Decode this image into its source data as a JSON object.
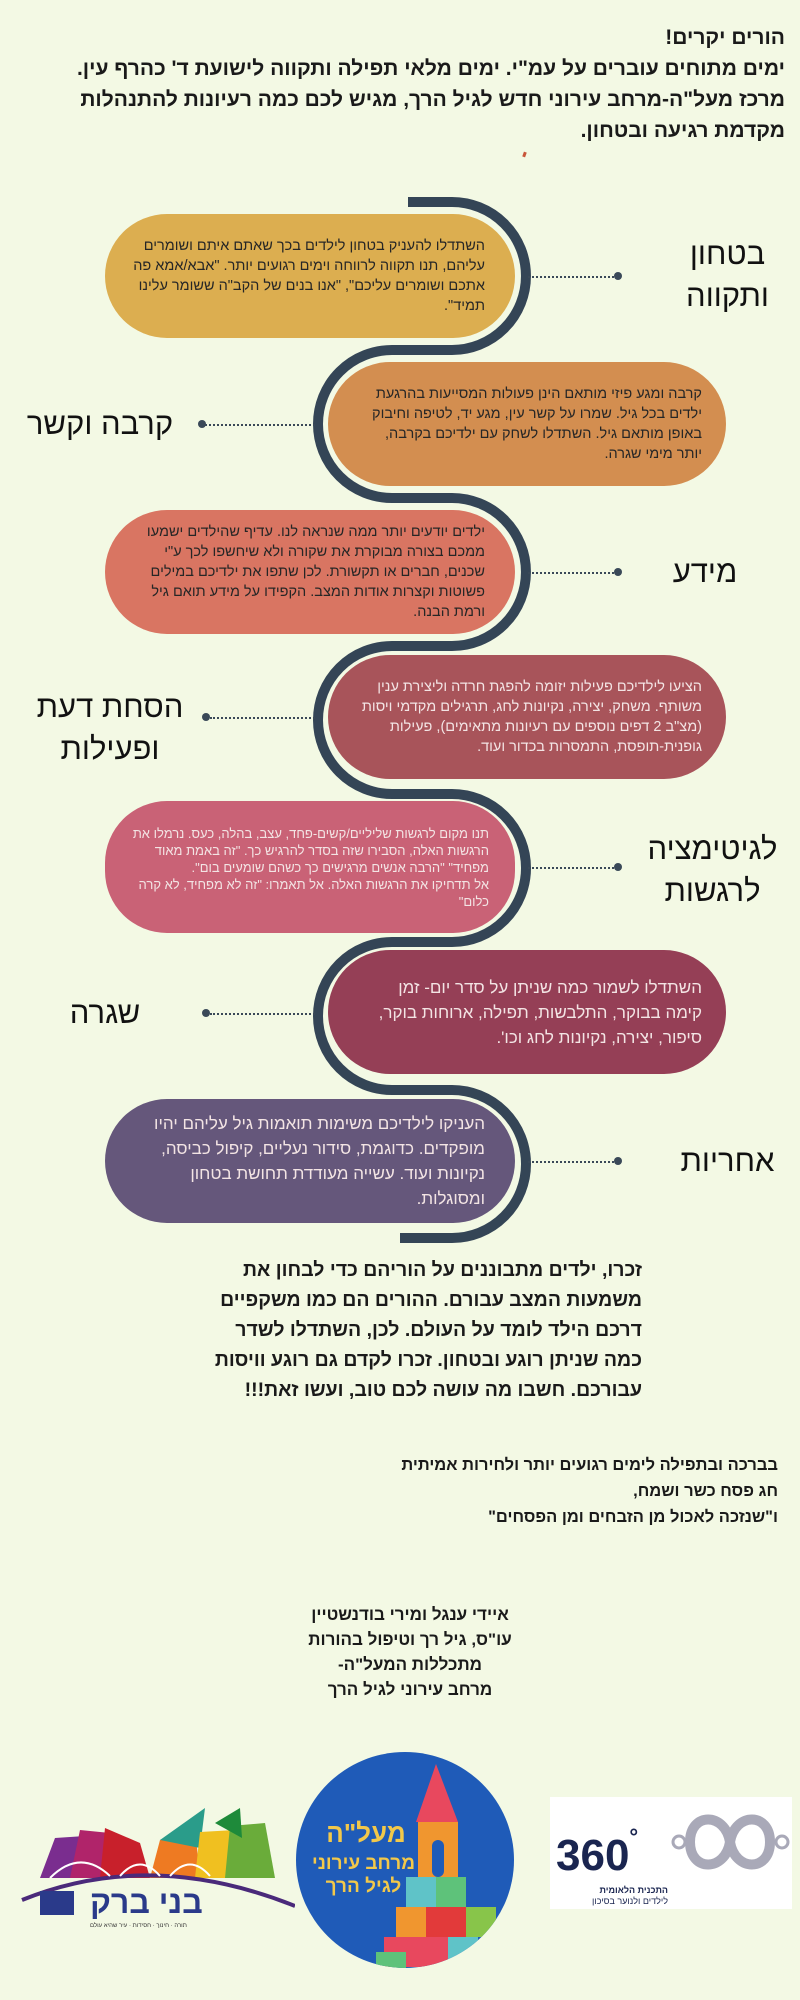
{
  "intro": {
    "greeting": "הורים יקרים!",
    "line1": "ימים מתוחים עוברים על עמ\"י. ימים מלאי תפילה ותקווה לישועת ד' כהרף עין.",
    "line2": "מרכז מעל\"ה-מרחב עירוני חדש לגיל הרך, מגיש לכם כמה רעיונות להתנהלות",
    "line3": "מקדמת רגיעה ובטחון."
  },
  "topics": [
    {
      "title_line1": "בטחון",
      "title_line2": "ותקווה",
      "color": "#dcae50",
      "text": "השתדלו להעניק בטחון לילדים בכך שאתם איתם ושומרים עליהם, תנו תקווה לרווחה וימים רגועים יותר. \"אבא/אמא פה אתכם ושומרים עליכם\", \"אנו בנים של הקב\"ה ששומר עלינו תמיד\"."
    },
    {
      "title_line1": "קרבה וקשר",
      "title_line2": "",
      "color": "#d38e50",
      "text": "קרבה ומגע פיזי מותאם הינן פעולות המסייעות בהרגעת ילדים בכל גיל. שמרו על קשר עין, מגע יד, לטיפה וחיבוק באופן מותאם גיל. השתדלו לשחק עם ילדיכם בקרבה, יותר מימי שגרה."
    },
    {
      "title_line1": "מידע",
      "title_line2": "",
      "color": "#d97562",
      "text": "ילדים יודעים יותר ממה שנראה לנו. עדיף שהילדים ישמעו ממכם בצורה מבוקרת את שקורה ולא שיחשפו לכך ע\"י שכנים, חברים או תקשורת. לכן שתפו את ילדיכם במילים פשוטות וקצרות אודות המצב. הקפידו על מידע תואם גיל ורמת הבנה."
    },
    {
      "title_line1": "הסחת דעת",
      "title_line2": "ופעילות",
      "color": "#a8545a",
      "text": "הציעו לילדיכם פעילות יזומה להפגת חרדה וליצירת ענין משותף. משחק, יצירה, נקיונות לחג, תרגילים מקדמי ויסות (מצ\"ב 2 דפים נוספים עם רעיונות מתאימים), פעילות גופנית-תופסת, התמסרות בכדור ועוד."
    },
    {
      "title_line1": "לגיטימציה",
      "title_line2": "לרגשות",
      "color": "#c96276",
      "text": "תנו מקום לרגשות שליליים/קשים-פחד, עצב, בהלה, כעס. נרמלו את הרגשות האלה, הסבירו שזה בסדר להרגיש כך. \"זה באמת מאוד מפחיד\" \"הרבה אנשים מרגישים כך כשהם שומעים בום\".",
      "text2": "אל תדחיקו את הרגשות האלה. אל תאמרו: \"זה לא מפחיד, לא קרה כלום\""
    },
    {
      "title_line1": "שגרה",
      "title_line2": "",
      "color": "#953f56",
      "text": "השתדלו לשמור כמה שניתן על סדר יום- זמן קימה בבוקר, התלבשות, תפילה, ארוחות בוקר, סיפור, יצירה, נקיונות לחג וכו'."
    },
    {
      "title_line1": "אחריות",
      "title_line2": "",
      "color": "#65577b",
      "text": "העניקו לילדיכם משימות תואמות גיל עליהם יהיו מופקדים. כדוגמת, סידור נעליים, קיפול כביסה, נקיונות ועוד. עשייה מעודדת תחושת בטחון ומסוגלות."
    }
  ],
  "closing": {
    "line1": "זכרו, ילדים מתבוננים על הוריהם כדי לבחון את",
    "line2": "משמעות המצב עבורם. ההורים הם כמו משקפיים",
    "line3": "דרכם הילד לומד על העולם. לכן, השתדלו לשדר",
    "line4": "כמה שניתן רוגע ובטחון. זכרו לקדם גם רוגע וויסות",
    "line5": "עבורכם. חשבו מה עושה לכם טוב, ועשו זאת!!!"
  },
  "blessing": {
    "line1": "בברכה ובתפילה לימים רגועים יותר ולחירות אמיתית",
    "line2": "חג פסח כשר ושמח,",
    "line3": "ו\"שנזכה לאכול מן הזבחים ומן הפסחים\""
  },
  "signature": {
    "line1": "איידי ענגל ומירי בודנשטיין",
    "line2": "עו\"ס, גיל רך וטיפול בהורות",
    "line3": "מתכללות המעל\"ה-",
    "line4": "מרחב עירוני לגיל הרך"
  },
  "logos": {
    "bnei_brak": {
      "name": "בני ברק",
      "tagline": "תורה · חינוך · חסידות · עיר שהיא עולם"
    },
    "maale": {
      "name": "מעל\"ה",
      "line2": "מרחב עירוני",
      "line3": "לגיל הרך"
    },
    "program360": {
      "number": "360",
      "line1": "התכנית הלאומית",
      "line2": "לילדים ולנוער בסיכון"
    }
  },
  "colors": {
    "background": "#f3f9e4",
    "curve": "#344556"
  }
}
